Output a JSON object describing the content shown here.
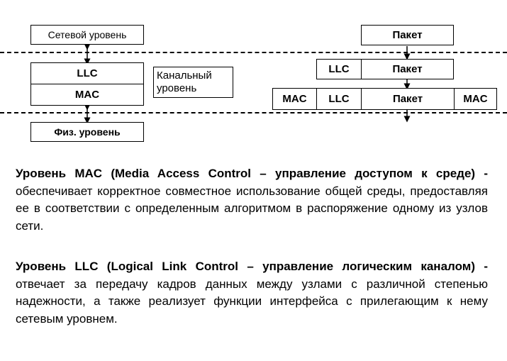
{
  "diagram": {
    "left": {
      "network_layer": "Сетевой уровень",
      "llc": "LLC",
      "mac": "MAC",
      "phys_layer": "Физ. уровень",
      "data_link_layer": "Канальный уровень"
    },
    "right": {
      "packet_top": "Пакет",
      "llc_row": {
        "llc": "LLC",
        "packet": "Пакет"
      },
      "frame_row": {
        "mac_header": "MAC",
        "llc": "LLC",
        "packet": "Пакет",
        "mac_trailer": "MAC"
      }
    }
  },
  "paragraphs": [
    {
      "bold": "Уровень MAC (Media Access Control – управление доступом к среде) -",
      "text": " обеспечивает корректное совместное использование общей среды, предоставляя ее в соответствии с определенным алгоритмом в распоряжение одному из узлов сети."
    },
    {
      "bold": "Уровень LLC (Logical Link Control – управление логическим каналом) -",
      "text": " отвечает за передачу кадров данных между узлами с различной степенью надежности, а также реализует функции интерфейса с прилегающим к нему сетевым уровнем."
    }
  ]
}
